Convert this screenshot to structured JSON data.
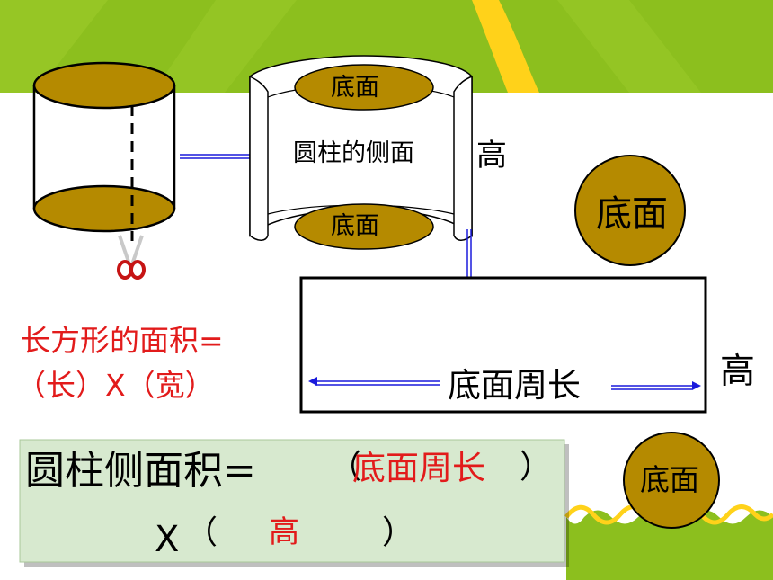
{
  "colors": {
    "green": "#8cbf1e",
    "yellow": "#ffd21a",
    "gold": "#b58a00",
    "red": "#e21b1b",
    "blue": "#1a1adc",
    "panel": "#d7e9cf"
  },
  "cylinder_unrolled": {
    "top_base_label": "底面",
    "side_label": "圆柱的侧面",
    "bottom_base_label": "底面",
    "height_label": "高"
  },
  "right_circle_label": "底面",
  "rectangle": {
    "bottom_label": "底面周长",
    "side_label": "高"
  },
  "rectangle_formula": {
    "line1": "长方形的面积=",
    "line2": "（长）X（宽）"
  },
  "cylinder_formula": {
    "prefix": "圆柱侧面积=",
    "paren_open": "（",
    "answer1": "底面周长",
    "paren_close": "）",
    "times": "X",
    "paren_open2": "（",
    "answer2": "高",
    "paren_close2": "）"
  },
  "bottom_circle_label": "底面"
}
